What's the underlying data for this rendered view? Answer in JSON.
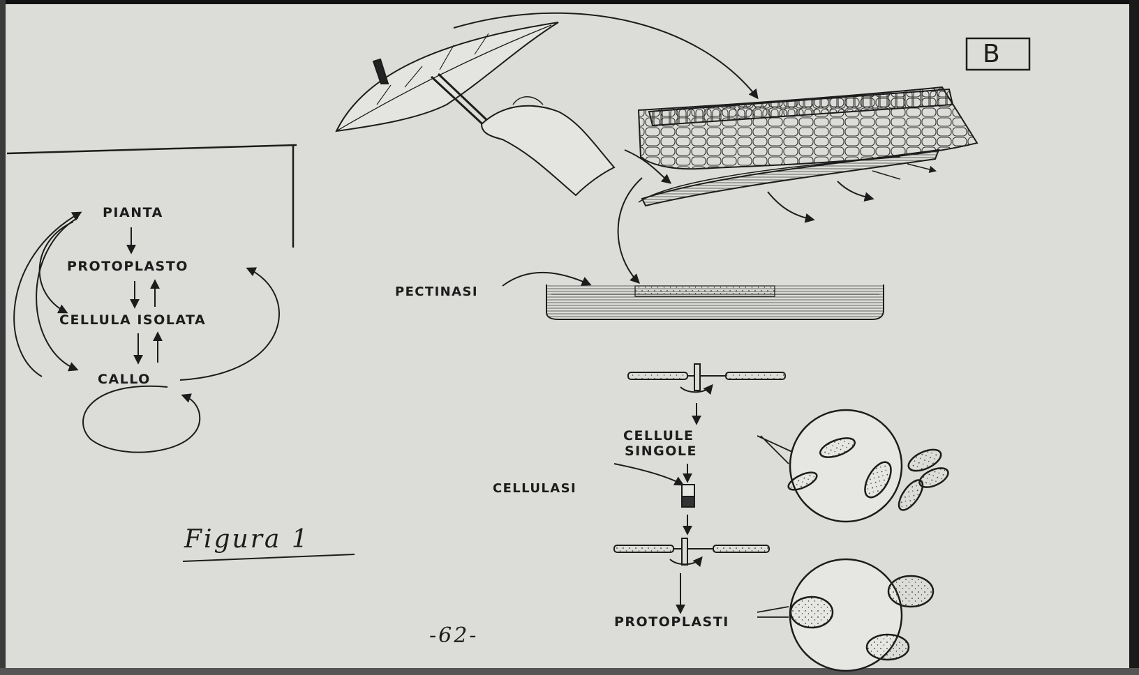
{
  "panel_label": "B",
  "cycle": {
    "pianta": "PIANTA",
    "protoplasto": "PROTOPLASTO",
    "cellula_isolata": "CELLULA ISOLATA",
    "callo": "CALLO"
  },
  "figure_caption": "Figura 1",
  "process": {
    "pectinasi": "PECTINASI",
    "cellule_singole_line1": "CELLULE",
    "cellule_singole_line2": "SINGOLE",
    "cellulasi": "CELLULASI",
    "protoplasti": "PROTOPLASTI"
  },
  "page_number": "-62-",
  "colors": {
    "paper": "#dcdcd8",
    "ink": "#1c1c1c"
  }
}
